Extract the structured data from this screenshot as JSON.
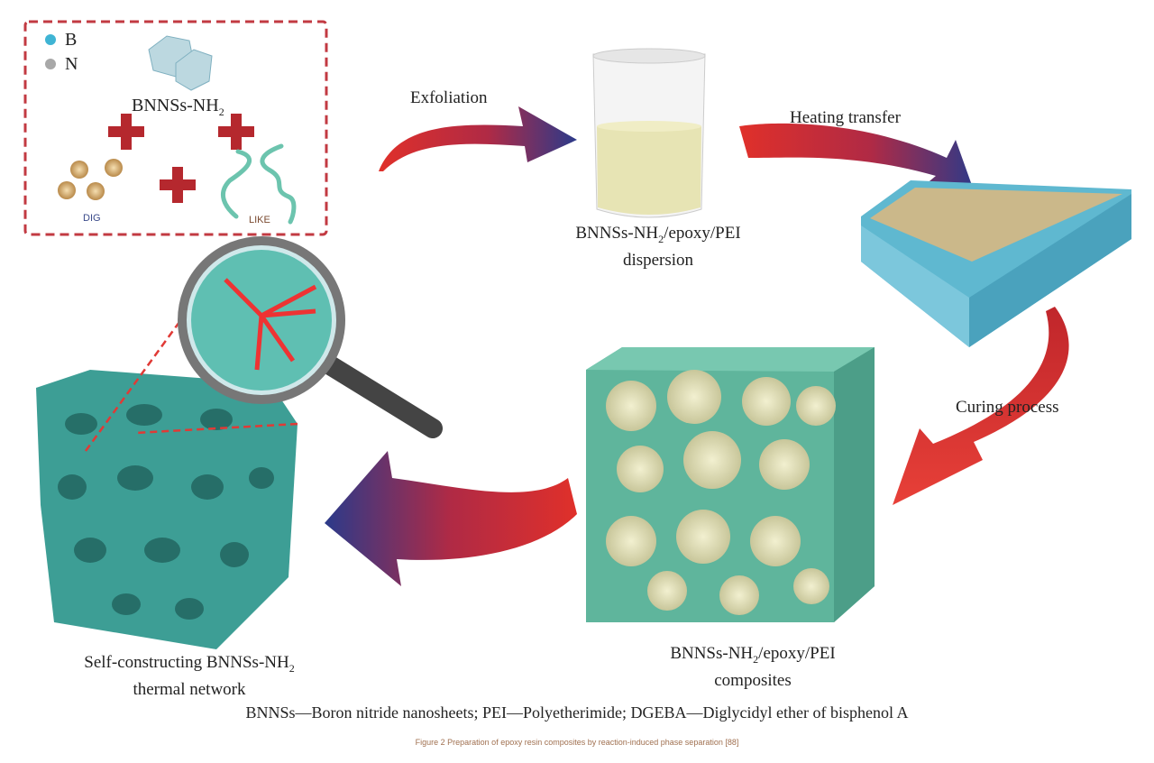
{
  "legend": {
    "b_label": "B",
    "n_label": "N"
  },
  "reactants": {
    "bnns_label": "BNNSs-NH",
    "bnns_sub": "2",
    "dig_label": "DIG",
    "like_label": "LIKE"
  },
  "steps": {
    "exfoliation": "Exfoliation",
    "heating": "Heating transfer",
    "curing": "Curing process"
  },
  "dispersion": {
    "line1": "BNNSs-NH",
    "sub": "2",
    "line1_rest": "/epoxy/PEI",
    "line2": "dispersion"
  },
  "composites": {
    "line1": "BNNSs-NH",
    "sub": "2",
    "line1_rest": "/epoxy/PEI",
    "line2": "composites"
  },
  "network": {
    "line1": "Self-constructing BNNSs-NH",
    "sub": "2",
    "line2": "thermal network"
  },
  "abbreviations": "BNNSs—Boron nitride nanosheets; PEI—Polyetherimide; DGEBA—Diglycidyl ether of bisphenol A",
  "caption": "Figure 2 Preparation of epoxy resin composites by reaction-induced phase separation [88]",
  "colors": {
    "red": "#c8282c",
    "blue": "#2b3a8a",
    "teal": "#4fb3a8",
    "cross": "#b5282e"
  }
}
